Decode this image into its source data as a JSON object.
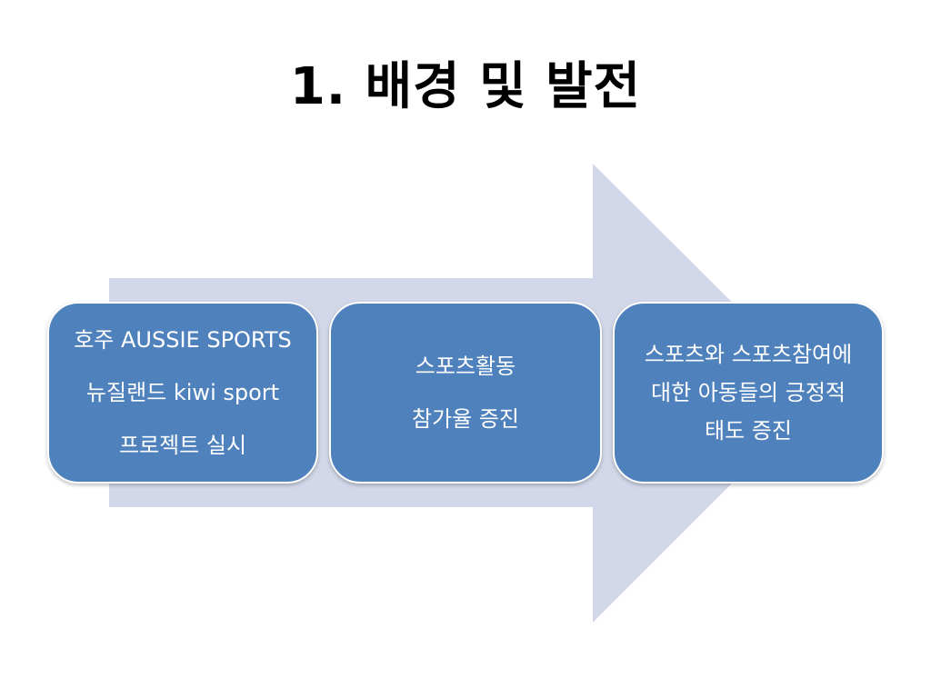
{
  "slide": {
    "title": "1. 배경 및 발전"
  },
  "colors": {
    "arrow": "#d2d8e9",
    "box": "#4f81bd",
    "box_border": "#ffffff",
    "box_text": "#ffffff",
    "title": "#000000"
  },
  "process": {
    "steps": [
      {
        "lines": [
          "호주 AUSSIE SPORTS",
          "뉴질랜드 kiwi sport",
          "프로젝트 실시"
        ]
      },
      {
        "lines": [
          "스포츠활동",
          "참가율 증진"
        ]
      },
      {
        "lines": [
          "스포츠와 스포츠참여에",
          "대한 아동들의 긍정적",
          "태도 증진"
        ]
      }
    ]
  }
}
